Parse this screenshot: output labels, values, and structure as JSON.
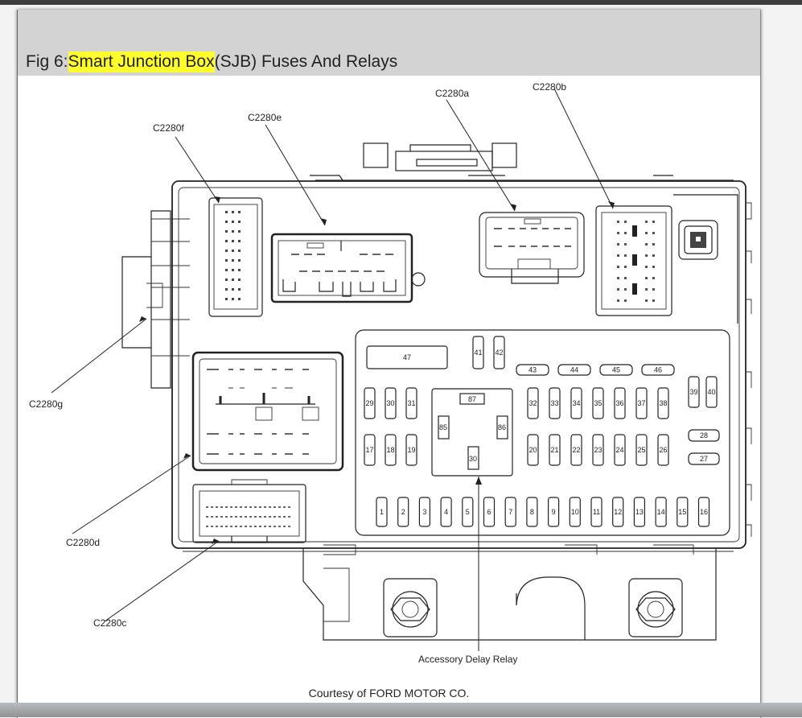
{
  "caption": {
    "prefix": "Fig 6: ",
    "highlight": "Smart Junction Box",
    "suffix": " (SJB) Fuses And Relays"
  },
  "credit": "Courtesy of FORD MOTOR CO.",
  "highlight_color": "#ffff2e",
  "connector_labels": {
    "c2280a": "C2280a",
    "c2280b": "C2280b",
    "c2280c": "C2280c",
    "c2280d": "C2280d",
    "c2280e": "C2280e",
    "c2280f": "C2280f",
    "c2280g": "C2280g"
  },
  "accessory_delay_relay": "Accessory Delay Relay",
  "relay_pins": [
    "87",
    "85",
    "86",
    "30"
  ],
  "fuses": {
    "bottom_row": [
      "1",
      "2",
      "3",
      "4",
      "5",
      "6",
      "7",
      "8",
      "9",
      "10",
      "11",
      "12",
      "13",
      "14",
      "15",
      "16"
    ],
    "middle_row_left": [
      "17",
      "18",
      "19"
    ],
    "middle_row_right": [
      "20",
      "21",
      "22",
      "23",
      "24",
      "25",
      "26"
    ],
    "horizontal_small": [
      "27",
      "28"
    ],
    "upper_row_left": [
      "29",
      "30",
      "31"
    ],
    "upper_row_right": [
      "32",
      "33",
      "34",
      "35",
      "36",
      "37",
      "38"
    ],
    "top_pair": [
      "39",
      "40"
    ],
    "top_vertical": [
      "41",
      "42"
    ],
    "wide": [
      "43",
      "44",
      "45",
      "46"
    ],
    "large": "47"
  }
}
